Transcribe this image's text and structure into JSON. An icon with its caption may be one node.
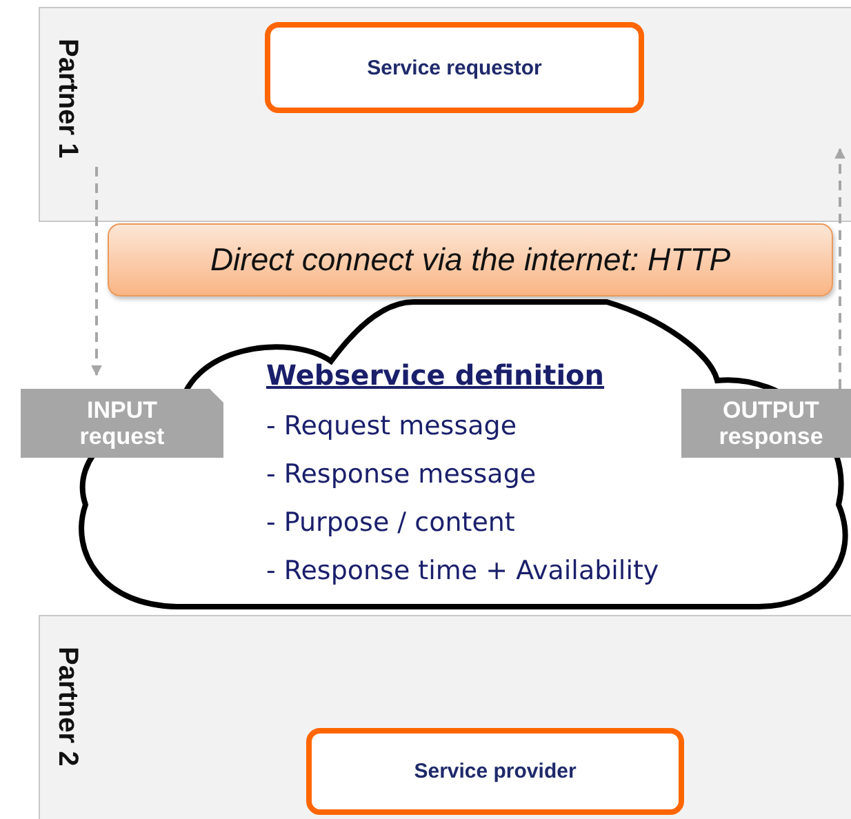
{
  "diagram": {
    "nodes": [
      {
        "text": [
          "Partner 1"
        ]
      },
      {
        "text": [
          "Service requestor"
        ],
        "in": 0
      },
      {
        "text": [
          "Direct connect via the internet: HTTP"
        ]
      },
      {
        "text": [
          "Webservice definition",
          "- Request message",
          "- Response message",
          "- Purpose / content",
          "- Response time + Availability"
        ]
      },
      {
        "text": [
          "INPUT",
          "request"
        ]
      },
      {
        "text": [
          "OUTPUT",
          "response"
        ]
      },
      {
        "text": [
          "Partner 2"
        ]
      },
      {
        "text": [
          "Service provider"
        ],
        "in": 6
      }
    ],
    "edges": [
      {
        "from": 0,
        "to": 4,
        "arrow": "to",
        "style": "dashed"
      },
      {
        "from": 5,
        "to": 0,
        "arrow": "to",
        "style": "dashed"
      }
    ]
  }
}
